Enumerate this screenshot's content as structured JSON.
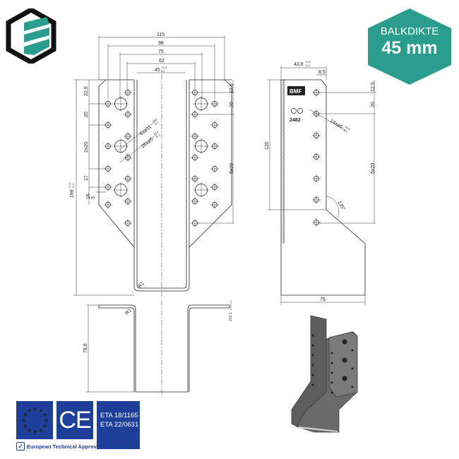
{
  "badge": {
    "label": "BALKDIKTE",
    "value": "45 mm",
    "color": "#2a9d8f"
  },
  "brand_logo": {
    "icon": "hexagon-stripes-logo",
    "accent": "#2a9d8f"
  },
  "front_view": {
    "widths": [
      "115",
      "98",
      "75",
      "62",
      "45"
    ],
    "w45_tol_upper": "+1,0",
    "w45_tol_lower": "0,5",
    "height": "199",
    "height_tol_upper": "+1,0",
    "height_tol_lower": "-1,0",
    "left_dims": [
      "22,5",
      "20",
      "2x20",
      "17",
      "16",
      "3"
    ],
    "right_dims": [
      "12,5",
      "20",
      "5x20"
    ],
    "hole_large": "6xø11",
    "hole_large_tol_upper": "+0,4",
    "hole_large_tol_lower": "-0,1",
    "hole_small": "26xø5",
    "hole_small_tol_upper": "+0,4",
    "hole_small_tol_lower": "-0,1",
    "radius": "R1"
  },
  "bottom_view": {
    "height": "78,6",
    "radius": "R1",
    "thickness": "2±0,1"
  },
  "side_view": {
    "width": "43,6",
    "width_tol_upper": "+0,5",
    "width_tol_lower": "-0,4",
    "offset": "8,5",
    "height": "120",
    "right_dims": [
      "12,5",
      "20",
      "5x20"
    ],
    "hole": "14xø5",
    "hole_tol_upper": "+0,4",
    "hole_tol_lower": "-0,1",
    "angle": "135°",
    "base_width": "75",
    "stamp_logo": "BMF",
    "stamp_number": "2482"
  },
  "certifications": {
    "eu_flag": "eu-stars-icon",
    "ce_mark": "CE",
    "eta": [
      "ETA 18/1165",
      "ETA 22/0631"
    ],
    "approvals": "European Technical Approvals",
    "color": "#1e3f9a"
  }
}
